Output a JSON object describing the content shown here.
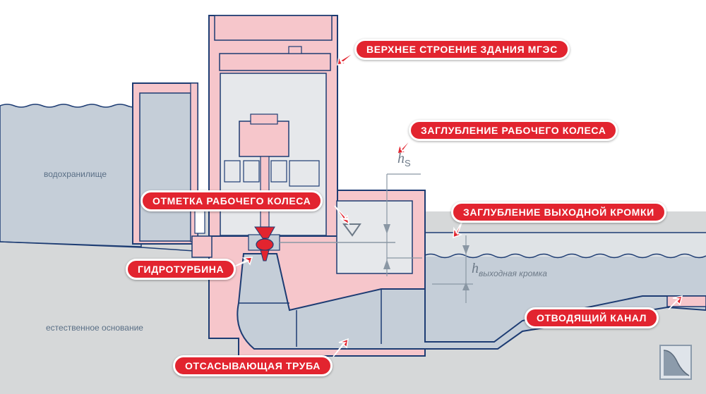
{
  "labels": {
    "superstructure": "ВЕРХНЕЕ СТРОЕНИЕ ЗДАНИЯ МГЭС",
    "runner_depth": "ЗАГЛУБЛЕНИЕ РАБОЧЕГО КОЛЕСА",
    "outlet_depth": "ЗАГЛУБЛЕНИЕ ВЫХОДНОЙ КРОМКИ",
    "runner_mark": "ОТМЕТКА РАБОЧЕГО КОЛЕСА",
    "turbine": "ГИДРОТУРБИНА",
    "tailrace": "ОТВОДЯЩИЙ КАНАЛ",
    "draft_tube": "ОТСАСЫВАЮЩАЯ ТРУБА",
    "reservoir": "водохранилище",
    "foundation": "естественное основание",
    "hs_symbol": "h",
    "hs_sub": "S",
    "hout_symbol": "h",
    "hout_sub": "выходная кромка"
  },
  "colors": {
    "callout": "#e2242f",
    "structure_fill": "#f6c6cb",
    "outline": "#1d3c73",
    "water": "#c5ced8",
    "ground": "#d6d8d9",
    "sky": "#ffffff"
  }
}
